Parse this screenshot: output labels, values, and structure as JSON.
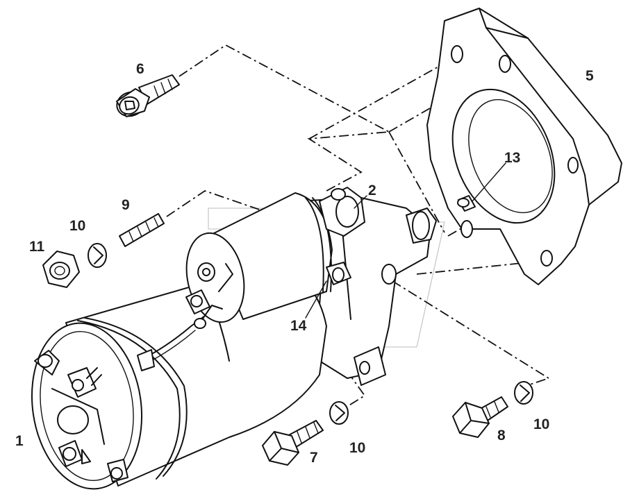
{
  "callouts": {
    "part_1": "1",
    "part_2": "2",
    "part_5": "5",
    "part_6": "6",
    "part_7": "7",
    "part_8": "8",
    "part_9": "9",
    "part_10_a": "10",
    "part_10_b": "10",
    "part_10_c": "10",
    "part_11": "11",
    "part_13": "13",
    "part_14": "14"
  },
  "colors": {
    "line": "#111111",
    "background": "#ffffff",
    "watermark": "#c9c9c9"
  }
}
